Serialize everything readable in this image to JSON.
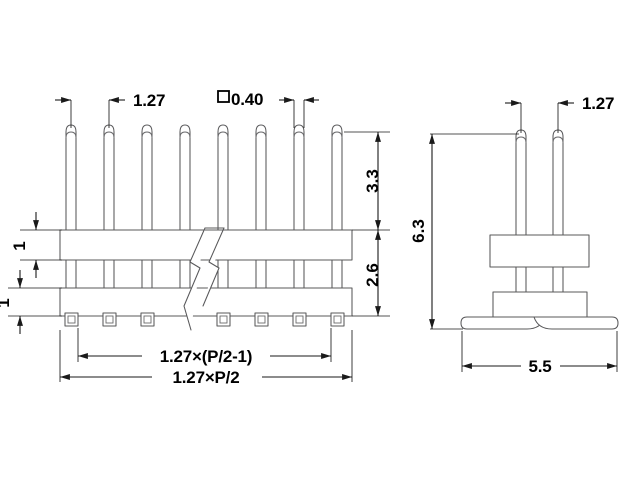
{
  "drawing": {
    "title": "pin-header-connector-mechanical-drawing",
    "units_note": "",
    "background_color": "#ffffff",
    "line_color": "#58585a",
    "dimension_color": "#1a1a1a",
    "views": [
      {
        "name": "front-view",
        "position": "left"
      },
      {
        "name": "side-view",
        "position": "right"
      }
    ]
  },
  "front_view": {
    "name": "front-view",
    "pin_count": 8,
    "pin_pitch_label": "1.27",
    "pin_section_label": "0.40",
    "pin_section_prefix_icon": "square-symbol",
    "dimensions": {
      "pitch": "1.27",
      "pin_cross_section": "0.40",
      "pin_height_above_body": "3.3",
      "body_total_height": "2.6",
      "upper_body_thickness": "1",
      "lower_body_thickness": "1",
      "inner_span": "1.27×(P/2-1)",
      "outer_span": "1.27×P/2"
    }
  },
  "side_view": {
    "name": "side-view",
    "pin_count": 2,
    "dimensions": {
      "pitch": "1.27",
      "total_height": "6.3",
      "base_width": "5.5"
    }
  },
  "labels": {
    "pitch_top_left": "1.27",
    "pin_square": "0.40",
    "pin_height": "3.3",
    "body_height": "2.6",
    "thickness_upper": "1",
    "thickness_lower": "1",
    "span_inner": "1.27×(P/2-1)",
    "span_outer": "1.27×P/2",
    "pitch_top_right": "1.27",
    "height_right": "6.3",
    "width_right": "5.5"
  }
}
